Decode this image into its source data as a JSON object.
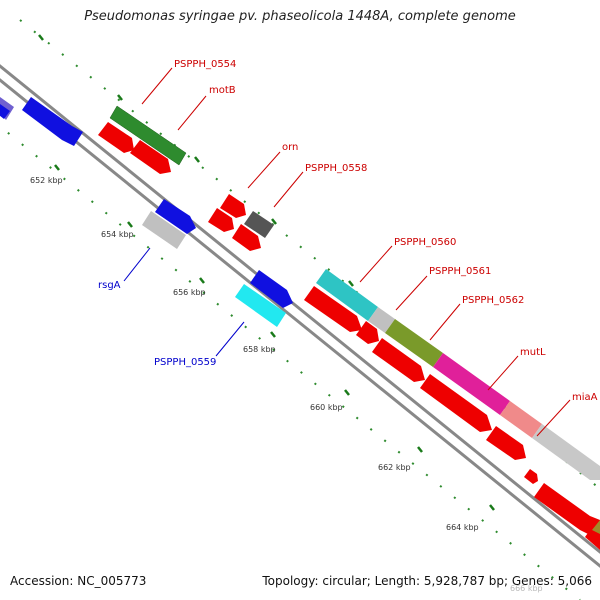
{
  "title": "Pseudomonas syringae pv. phaseolicola 1448A, complete genome",
  "footer": {
    "accession": "Accession: NC_005773",
    "stats": "Topology: circular; Length: 5,928,787 bp; Genes: 5,066"
  },
  "colors": {
    "backbone": "#8a8a8a",
    "tick": "#2e8b2e",
    "forward_label": "#cc0000",
    "reverse_label": "#0000cc"
  },
  "kbp_labels": [
    "652 kbp",
    "654 kbp",
    "656 kbp",
    "658 kbp",
    "660 kbp",
    "662 kbp",
    "664 kbp",
    "666 kbp"
  ],
  "gene_labels": [
    {
      "name": "PSPPH_0554",
      "strand": "forward"
    },
    {
      "name": "motB",
      "strand": "forward"
    },
    {
      "name": "orn",
      "strand": "forward"
    },
    {
      "name": "PSPPH_0558",
      "strand": "forward"
    },
    {
      "name": "PSPPH_0560",
      "strand": "forward"
    },
    {
      "name": "PSPPH_0561",
      "strand": "forward"
    },
    {
      "name": "PSPPH_0562",
      "strand": "forward"
    },
    {
      "name": "mutL",
      "strand": "forward"
    },
    {
      "name": "miaA",
      "strand": "forward"
    },
    {
      "name": "rsgA",
      "strand": "reverse"
    },
    {
      "name": "PSPPH_0559",
      "strand": "reverse"
    }
  ],
  "features": [
    {
      "strand": "forward",
      "ring": "cog",
      "color": "#4a9a2a"
    },
    {
      "strand": "forward",
      "ring": "cds",
      "color": "#ee0000"
    },
    {
      "strand": "forward",
      "ring": "cog",
      "color": "#666666"
    },
    {
      "strand": "forward",
      "ring": "cds",
      "color": "#ee0000"
    },
    {
      "strand": "forward",
      "ring": "cog",
      "color": "#2ec4c4"
    },
    {
      "strand": "forward",
      "ring": "cog",
      "color": "#c0c0c0"
    },
    {
      "strand": "forward",
      "ring": "cog",
      "color": "#7a9a2a"
    },
    {
      "strand": "forward",
      "ring": "cog",
      "color": "#e0209a"
    },
    {
      "strand": "forward",
      "ring": "cog",
      "color": "#f08a8a"
    },
    {
      "strand": "forward",
      "ring": "cog",
      "color": "#c8c8c8"
    },
    {
      "strand": "reverse",
      "ring": "cds",
      "color": "#1010e0"
    },
    {
      "strand": "reverse",
      "ring": "cog",
      "color": "#c0c0c0"
    },
    {
      "strand": "reverse",
      "ring": "cog",
      "color": "#22e8f0"
    }
  ]
}
